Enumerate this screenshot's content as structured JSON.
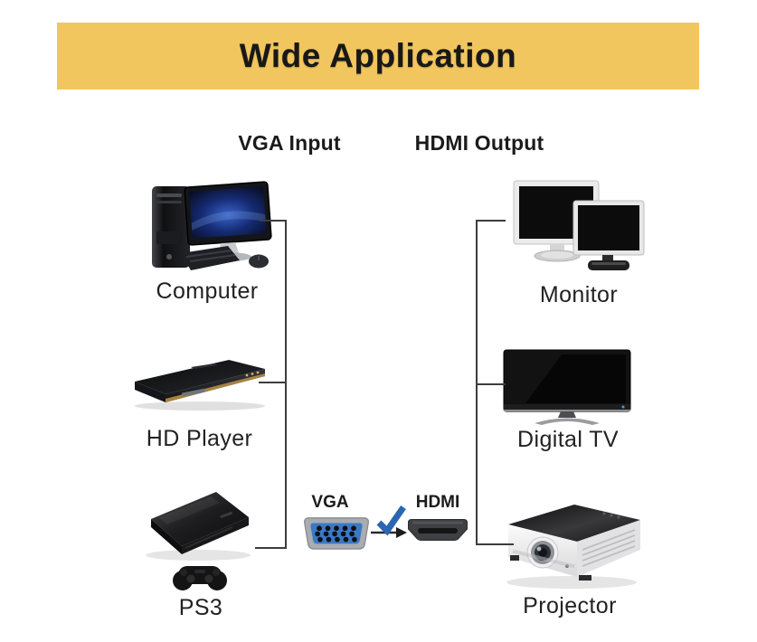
{
  "banner": {
    "title": "Wide Application",
    "bg_color": "#F2C65E",
    "text_color": "#181818"
  },
  "headings": {
    "input": "VGA Input",
    "output": "HDMI Output"
  },
  "input_devices": [
    {
      "label": "Computer",
      "icon": "computer-image"
    },
    {
      "label": "HD Player",
      "icon": "hd-player-image"
    },
    {
      "label": "PS3",
      "icon": "ps3-image"
    }
  ],
  "output_devices": [
    {
      "label": "Monitor",
      "icon": "monitor-image"
    },
    {
      "label": "Digital TV",
      "icon": "digital-tv-image"
    },
    {
      "label": "Projector",
      "icon": "projector-image"
    }
  ],
  "adapter": {
    "vga_label": "VGA",
    "hdmi_label": "HDMI",
    "vga_plug_color": "#3B79C4",
    "check_color": "#2B67B0",
    "line_color": "#3D3D3D"
  }
}
